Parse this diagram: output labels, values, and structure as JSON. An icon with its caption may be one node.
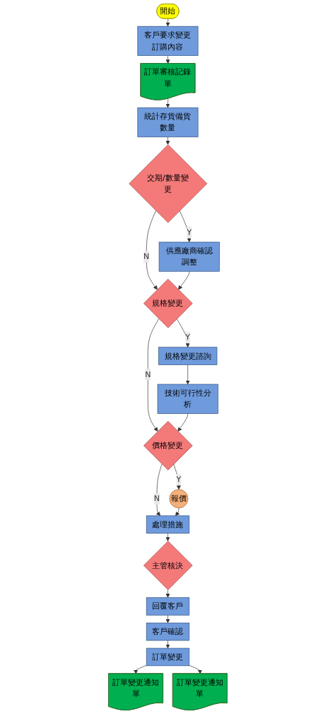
{
  "diagram": {
    "nodes": [
      {
        "text": [
          "開始"
        ]
      },
      {
        "text": [
          "客戶要求變更訂購內容"
        ]
      },
      {
        "text": [
          "訂單審核記錄單"
        ]
      },
      {
        "text": [
          "統計存貨備貨數量"
        ]
      },
      {
        "text": [
          "交期/數量變更"
        ]
      },
      {
        "text": [
          "供應廠商確認調整"
        ]
      },
      {
        "text": [
          "規格變更"
        ]
      },
      {
        "text": [
          "規格變更諮詢"
        ]
      },
      {
        "text": [
          "技術可行性分析"
        ]
      },
      {
        "text": [
          "價格變更"
        ]
      },
      {
        "text": [
          "報價"
        ]
      },
      {
        "text": [
          "處理措施"
        ]
      },
      {
        "text": [
          "主管核決"
        ]
      },
      {
        "text": [
          "回覆客戶"
        ]
      },
      {
        "text": [
          "客戶確認"
        ]
      },
      {
        "text": [
          "訂單變更"
        ]
      },
      {
        "text": [
          "訂單變更通知單"
        ]
      },
      {
        "text": [
          "訂單變更通知單"
        ]
      }
    ],
    "edges": [
      {
        "from": 0,
        "to": 1,
        "arrow": "to"
      },
      {
        "from": 1,
        "to": 2,
        "arrow": "to"
      },
      {
        "from": 2,
        "to": 3,
        "arrow": "to"
      },
      {
        "from": 3,
        "to": 4,
        "arrow": "to"
      },
      {
        "from": 4,
        "to": 5,
        "label": "Y",
        "arrow": "to"
      },
      {
        "from": 4,
        "to": 6,
        "label": "N",
        "arrow": "to"
      },
      {
        "from": 5,
        "to": 6,
        "arrow": "to"
      },
      {
        "from": 6,
        "to": 7,
        "label": "Y",
        "arrow": "to"
      },
      {
        "from": 6,
        "to": 9,
        "label": "N",
        "arrow": "to"
      },
      {
        "from": 7,
        "to": 8,
        "arrow": "to"
      },
      {
        "from": 8,
        "to": 9,
        "arrow": "to"
      },
      {
        "from": 9,
        "to": 10,
        "label": "Y",
        "arrow": "to"
      },
      {
        "from": 9,
        "to": 11,
        "label": "N",
        "arrow": "to"
      },
      {
        "from": 10,
        "to": 11,
        "arrow": "to"
      },
      {
        "from": 11,
        "to": 12,
        "arrow": "to"
      },
      {
        "from": 12,
        "to": 13,
        "arrow": "to"
      },
      {
        "from": 13,
        "to": 14,
        "arrow": "to"
      },
      {
        "from": 14,
        "to": 15,
        "arrow": "to"
      },
      {
        "from": 15,
        "to": 16,
        "arrow": "to"
      },
      {
        "from": 15,
        "to": 17,
        "arrow": "to"
      }
    ]
  }
}
